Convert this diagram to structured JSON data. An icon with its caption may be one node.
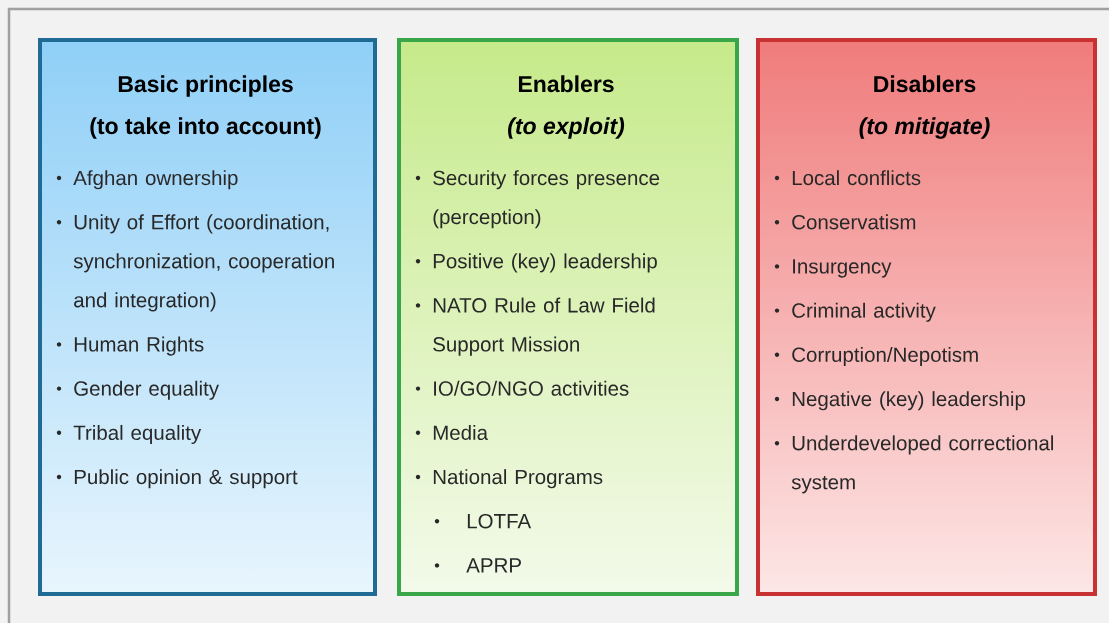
{
  "diagram": {
    "nodes": [
      {
        "text": [
          "Basic principles",
          "(to take into account)",
          "Afghan ownership",
          "Unity of Effort (coordination, synchronization, cooperation and integration)",
          "Human Rights",
          "Gender equality",
          "Tribal equality",
          "Public opinion & support"
        ]
      },
      {
        "text": [
          "Enablers",
          "(to exploit)",
          "Security forces presence (perception)",
          "Positive (key) leadership",
          "NATO Rule of Law Field Support Mission",
          "IO/GO/NGO activities",
          "Media",
          "National Programs",
          "LOTFA",
          "APRP"
        ]
      },
      {
        "text": [
          "Disablers",
          "(to mitigate)",
          "Local conflicts",
          "Conservatism",
          "Insurgency",
          "Criminal activity",
          "Corruption/Nepotism",
          "Negative (key) leadership",
          "Underdeveloped correctional system"
        ]
      }
    ],
    "edges": []
  }
}
